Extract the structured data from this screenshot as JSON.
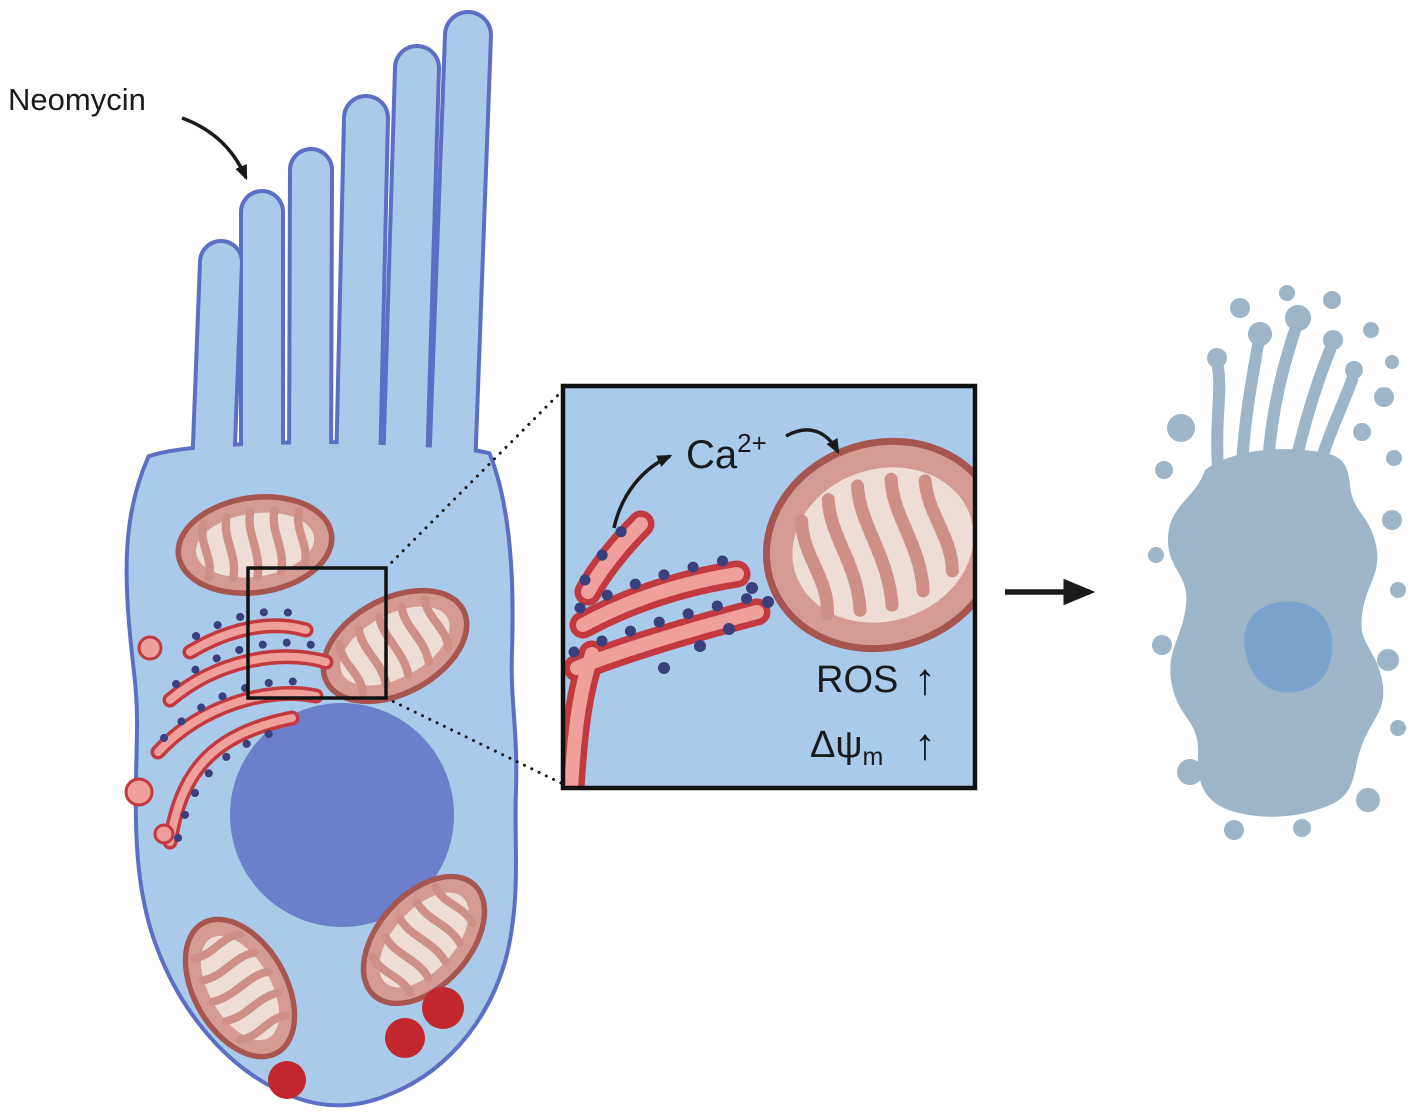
{
  "labels": {
    "neomycin": "Neomycin",
    "ca": {
      "base": "Ca",
      "sup": "2+"
    },
    "ros": "ROS",
    "ros_arrow": "↑",
    "delta_psi": {
      "base": "Δψ",
      "sub": "m"
    },
    "delta_psi_arrow": "↑"
  },
  "colors": {
    "cell_fill": "#a9cae9",
    "cell_outline": "#5d6fc4",
    "inset_fill": "#a9cae9",
    "inset_border": "#111111",
    "mito_outline": "#a65550",
    "mito_membrane": "#d59a94",
    "mito_matrix": "#eedcd6",
    "mito_cristae": "#cf8f89",
    "er_outline": "#c23a3f",
    "er_fill": "#ef9f9c",
    "ribosome_dot": "#3b3f7d",
    "nucleus": "#6d7fca",
    "granule_red": "#c1272d",
    "dying_cell": "#9db5c7",
    "dying_nucleus": "#7aa3cd",
    "ink": "#1a1a1a"
  }
}
